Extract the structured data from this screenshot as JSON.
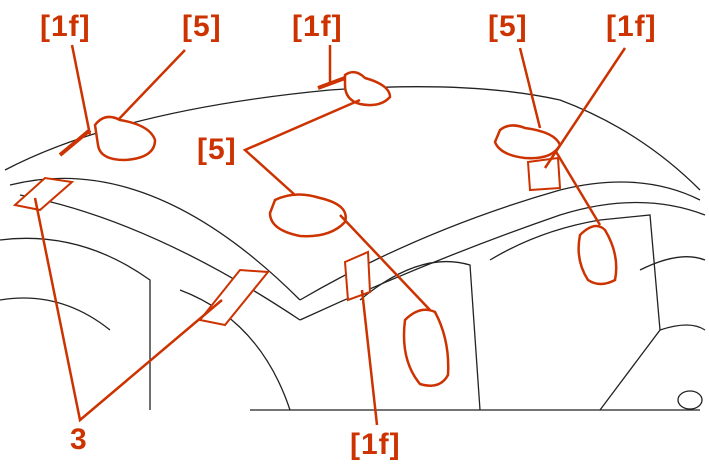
{
  "colors": {
    "accent": "#cc3300",
    "line": "#222222"
  },
  "labels": {
    "l1f_a": "[1f]",
    "l5_a": "[5]",
    "l1f_b": "[1f]",
    "l5_b": "[5]",
    "l1f_c": "[1f]",
    "l5_c": "[5]",
    "l1f_d": "[1f]",
    "l3": "3"
  }
}
